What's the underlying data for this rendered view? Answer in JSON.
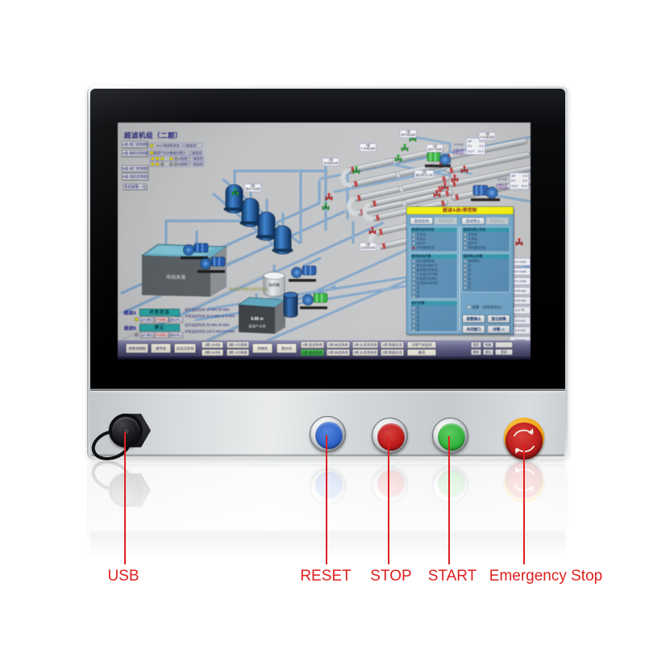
{
  "product": {
    "name": "industrial-panel-pc",
    "annotations": [
      {
        "label": "USB"
      },
      {
        "label": "RESET"
      },
      {
        "label": "STOP"
      },
      {
        "label": "START"
      },
      {
        "label": "Emergency Stop"
      }
    ],
    "colors": {
      "annotation_red": "#e11e1e",
      "reset_button": "#2f63c8",
      "stop_button": "#bf1c1c",
      "start_button": "#2fae3a",
      "estop_button": "#c21f1f",
      "estop_collar": "#f2a714",
      "panel_silver": "#cfd2d5",
      "bezel_black": "#050608"
    }
  },
  "screen": {
    "title": "超滤机组（二期）",
    "nav_buttons": [
      {
        "label": "A组 阀门控制图"
      },
      {
        "label": "A组 电机控制图"
      },
      {
        "label": "B组 阀门控制图"
      },
      {
        "label": "B组 电机控制图"
      },
      {
        "label": "系统报警一览"
      }
    ],
    "legend": [
      {
        "text": "PLC/电控柜状态（二级监控）"
      },
      {
        "text": "超滤产水水箱液位提示（二级监控）"
      },
      {
        "text": "A组阀门一级监控"
      },
      {
        "text": "B组阀门一级监控"
      }
    ],
    "status": {
      "a": {
        "name": "超滤A",
        "state": "冲洗状态",
        "buttons": [
          "运行模式",
          "冲洗模式",
          "整机停止"
        ],
        "line1": "运行设定时间 30 MIN  30 MIN",
        "line2": "冲洗设定时间 30.0 MIN 11.5 MIN"
      },
      "b": {
        "name": "超滤B",
        "state": "停止",
        "buttons": [
          "运行模式",
          "冲洗模式",
          "整机停止"
        ],
        "line1": "运行设定时间 30 MIN  30 MIN",
        "line2": "冲洗设定时间 120.5 MIN 5.0 MIN"
      },
      "note": "超滤加药装置见加药间画面"
    },
    "pid": [
      {
        "hz": "0.0 HZ",
        "sp_label": "SP",
        "sp": "0.0",
        "pv_label": "PV",
        "pv": "0.0",
        "out_label": "OUT",
        "out": "70.0",
        "cap1": "1#增压泵",
        "cap2": "变频控制"
      },
      {
        "hz": "0.0 HZ",
        "sp_label": "SP",
        "sp": "0.0",
        "pv_label": "PV",
        "pv": "0.0",
        "out_label": "OUT",
        "out": "70.0",
        "cap1": "2#增压泵",
        "cap2": "变频控制"
      }
    ],
    "meters": [
      {
        "text": "0.0  m3/h"
      },
      {
        "text": "0.0  m3/h"
      },
      {
        "text": "0.0  m3/h"
      },
      {
        "text": "0.00  bar"
      },
      {
        "text": "0.00  bar"
      },
      {
        "text": "0.0  ℃"
      },
      {
        "text": "0.0  m3"
      },
      {
        "text": "0.0  m3"
      },
      {
        "text": "0.0  m3"
      }
    ],
    "dialog": {
      "title": "超滤A启/停控制",
      "start_button": "自动启动",
      "start_manual": "手动启动",
      "stop_button": "自动停止",
      "stop_manual": "手动停止",
      "panel_start_state": {
        "header": "超滤机启动状态",
        "rows": [
          "全自动",
          "半自动",
          "运行中",
          "开机顺控完成"
        ]
      },
      "panel_start_steps": {
        "header": "程序启动步骤",
        "rows": [
          "停止顺序结束",
          "原水进水阀打开",
          "超滤增压泵启动",
          "产水阀打开中断",
          "冲洗提升泵停止",
          "反洗排水阀关闭",
          "无",
          "无",
          "无"
        ]
      },
      "panel_run_steps": {
        "header": "运行步骤",
        "rows": [
          "无",
          "无",
          "无",
          "无",
          "无",
          "无"
        ]
      },
      "panel_stop_state": {
        "header": "超滤机停止状态",
        "rows": [
          "全自动",
          "半自动",
          "运行中",
          "停机顺控完成"
        ]
      },
      "panel_stop_steps": {
        "header": "程序停止步骤",
        "rows": [
          "电机停止",
          "无",
          "无",
          "无",
          "无",
          "无",
          "无"
        ]
      },
      "alarm_label": "报警（总联锁停止）",
      "footer_buttons": [
        "报警确认",
        "复位故障",
        "关闭窗口",
        "详情-->"
      ]
    },
    "taskbar": {
      "buttons_single": [
        {
          "label": "系统流程图"
        },
        {
          "label": "调节池"
        },
        {
          "label": "反应沉淀池"
        },
        {
          "label": "浓缩池"
        },
        {
          "label": "脱水间"
        }
      ],
      "buttons_paired": [
        {
          "top": "1期 UASB",
          "bottom": "2期 UASB"
        },
        {
          "top": "1期 A/O系统",
          "bottom": "2期 A/O系统"
        },
        {
          "top": "1期 超滤系统",
          "bottom": "2期 超滤系统"
        },
        {
          "top": "1期 纳滤系统",
          "bottom": "2期 纳滤系统"
        },
        {
          "top": "1期 反渗透系统",
          "bottom": "2期 反渗透系统"
        },
        {
          "top": "1期 数据总览",
          "bottom": "2期 数据总览"
        },
        {
          "top": "可燃气体监控",
          "bottom": "备用"
        }
      ],
      "active_button": "2期 超滤系统",
      "small_buttons": [
        "锁定",
        "恢复",
        "",
        "解除",
        "退出",
        "登录"
      ]
    },
    "equipment": {
      "pool_big": "中间水池",
      "pool_small_value": "8.88 m",
      "pool_small_name": "超滤产水池",
      "dosing_tank": "加药箱",
      "labels": [
        {
          "l1": "2组",
          "l2": "进水气动阀"
        },
        {
          "l1": "2组",
          "l2": "反洗进水阀"
        },
        {
          "l1": "2组",
          "l2": "产水电动阀"
        },
        {
          "l1": "2组",
          "l2": "排气电动阀"
        },
        {
          "l1": "1组",
          "l2": "进水气动阀"
        },
        {
          "l1": "2组",
          "l2": "增压泵出口阀"
        },
        {
          "l1": "2组",
          "l2": "反洗排水阀"
        },
        {
          "l1": "1组",
          "l2": "产水电动阀"
        }
      ]
    }
  }
}
